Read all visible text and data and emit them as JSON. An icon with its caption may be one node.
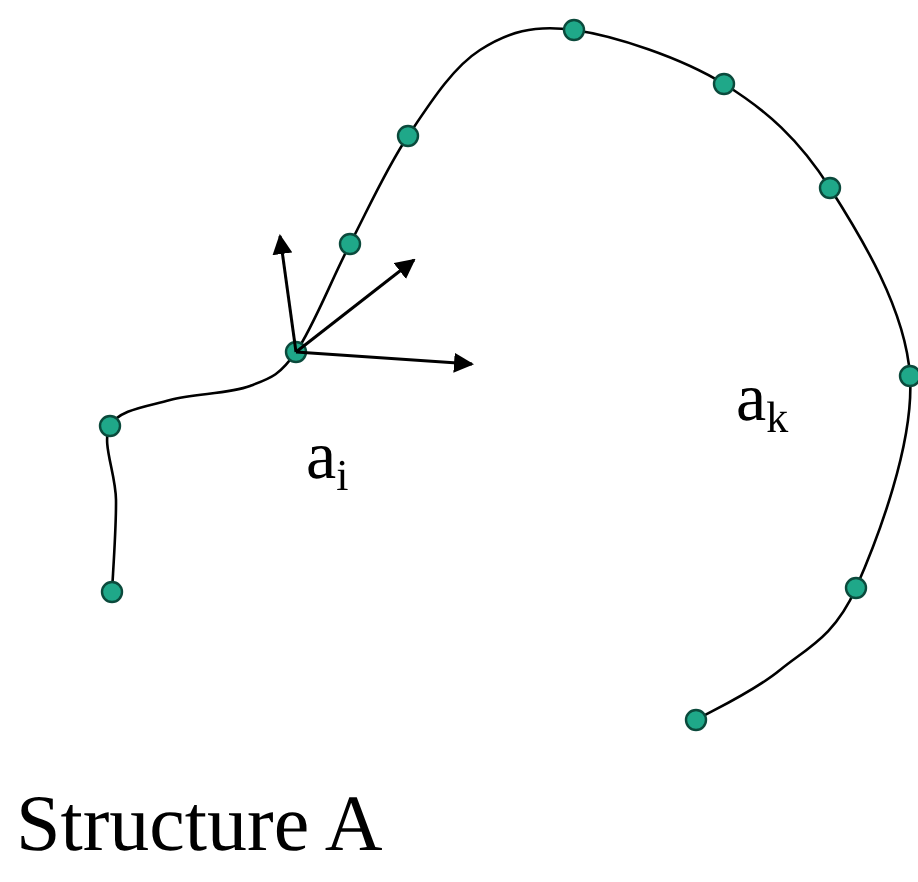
{
  "diagram": {
    "caption": "Structure A",
    "labels": [
      "a$_{i}$",
      "a$_{k}$"
    ]
  }
}
